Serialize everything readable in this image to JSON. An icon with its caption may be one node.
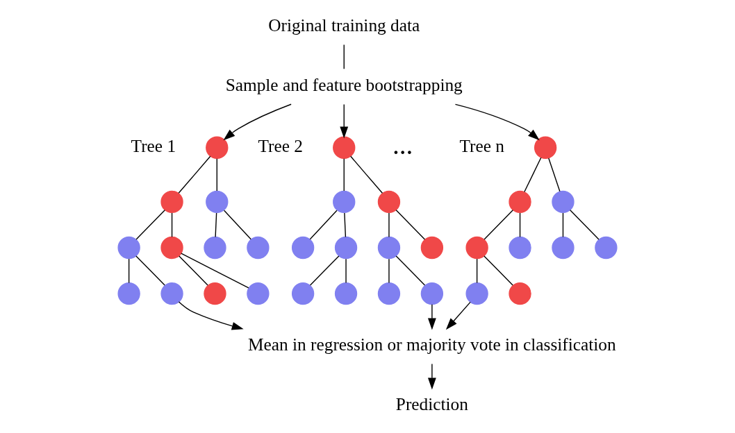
{
  "diagram": {
    "nodes": [
      {
        "text": [
          "Original training data"
        ]
      },
      {
        "text": [
          "Sample and feature bootstrapping"
        ]
      },
      {
        "text": [],
        "shape": "circle",
        "beside": [
          "Tree 1"
        ]
      },
      {
        "text": [],
        "shape": "circle"
      },
      {
        "text": [],
        "shape": "circle"
      },
      {
        "text": [],
        "shape": "circle"
      },
      {
        "text": [],
        "shape": "circle"
      },
      {
        "text": [],
        "shape": "circle"
      },
      {
        "text": [],
        "shape": "circle"
      },
      {
        "text": [],
        "shape": "circle"
      },
      {
        "text": [],
        "shape": "circle"
      },
      {
        "text": [],
        "shape": "circle"
      },
      {
        "text": [],
        "shape": "circle"
      },
      {
        "text": [],
        "shape": "circle",
        "beside": [
          "Tree 2"
        ]
      },
      {
        "text": [],
        "shape": "circle"
      },
      {
        "text": [],
        "shape": "circle"
      },
      {
        "text": [],
        "shape": "circle"
      },
      {
        "text": [],
        "shape": "circle"
      },
      {
        "text": [],
        "shape": "circle"
      },
      {
        "text": [],
        "shape": "circle"
      },
      {
        "text": [],
        "shape": "circle"
      },
      {
        "text": [],
        "shape": "circle"
      },
      {
        "text": [],
        "shape": "circle"
      },
      {
        "text": [],
        "shape": "circle"
      },
      {
        "text": [],
        "shape": "circle",
        "beside": [
          "Tree n"
        ]
      },
      {
        "text": [],
        "shape": "circle"
      },
      {
        "text": [],
        "shape": "circle"
      },
      {
        "text": [],
        "shape": "circle"
      },
      {
        "text": [],
        "shape": "circle"
      },
      {
        "text": [],
        "shape": "circle"
      },
      {
        "text": [],
        "shape": "circle"
      },
      {
        "text": [],
        "shape": "circle"
      },
      {
        "text": [],
        "shape": "circle"
      },
      {
        "text": [
          "Mean in regression or majority vote in classification"
        ]
      },
      {
        "text": [
          "Prediction"
        ]
      }
    ],
    "edges": [
      {
        "from": 0,
        "to": 1,
        "arrow": "none"
      },
      {
        "from": 1,
        "to": 2,
        "arrow": "to"
      },
      {
        "from": 1,
        "to": 13,
        "arrow": "to"
      },
      {
        "from": 1,
        "to": 24,
        "arrow": "to"
      },
      {
        "from": 2,
        "to": 3,
        "arrow": "none"
      },
      {
        "from": 2,
        "to": 4,
        "arrow": "none"
      },
      {
        "from": 3,
        "to": 5,
        "arrow": "none"
      },
      {
        "from": 3,
        "to": 6,
        "arrow": "none"
      },
      {
        "from": 4,
        "to": 7,
        "arrow": "none"
      },
      {
        "from": 4,
        "to": 8,
        "arrow": "none"
      },
      {
        "from": 7,
        "to": 9,
        "arrow": "none"
      },
      {
        "from": 7,
        "to": 10,
        "arrow": "none"
      },
      {
        "from": 8,
        "to": 11,
        "arrow": "none"
      },
      {
        "from": 8,
        "to": 12,
        "arrow": "none"
      },
      {
        "from": 13,
        "to": 14,
        "arrow": "none"
      },
      {
        "from": 13,
        "to": 15,
        "arrow": "none"
      },
      {
        "from": 14,
        "to": 16,
        "arrow": "none"
      },
      {
        "from": 14,
        "to": 17,
        "arrow": "none"
      },
      {
        "from": 15,
        "to": 18,
        "arrow": "none"
      },
      {
        "from": 15,
        "to": 19,
        "arrow": "none"
      },
      {
        "from": 16,
        "to": 20,
        "arrow": "none"
      },
      {
        "from": 16,
        "to": 21,
        "arrow": "none"
      },
      {
        "from": 19,
        "to": 22,
        "arrow": "none"
      },
      {
        "from": 19,
        "to": 23,
        "arrow": "none"
      },
      {
        "from": 24,
        "to": 25,
        "arrow": "none"
      },
      {
        "from": 24,
        "to": 26,
        "arrow": "none"
      },
      {
        "from": 25,
        "to": 27,
        "arrow": "none"
      },
      {
        "from": 25,
        "to": 28,
        "arrow": "none"
      },
      {
        "from": 26,
        "to": 29,
        "arrow": "none"
      },
      {
        "from": 26,
        "to": 30,
        "arrow": "none"
      },
      {
        "from": 29,
        "to": 31,
        "arrow": "none"
      },
      {
        "from": 29,
        "to": 32,
        "arrow": "none"
      },
      {
        "from": 10,
        "to": 33,
        "arrow": "to"
      },
      {
        "from": 21,
        "to": 33,
        "arrow": "to"
      },
      {
        "from": 31,
        "to": 33,
        "arrow": "to"
      },
      {
        "from": 33,
        "to": 34,
        "arrow": "to"
      }
    ],
    "labels": [
      "..."
    ]
  }
}
